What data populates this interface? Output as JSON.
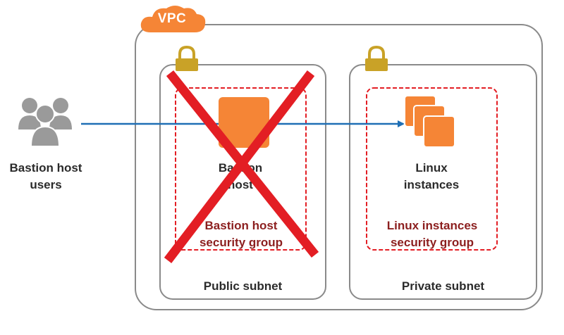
{
  "vpc": {
    "label": "VPC",
    "accent_color": "#F58536"
  },
  "users": {
    "label": "Bastion host\nusers",
    "icon": "users-group-icon"
  },
  "public_subnet": {
    "label": "Public subnet",
    "lock_icon": "lock-icon",
    "security_group": {
      "label": "Bastion host\nsecurity group"
    },
    "instance": {
      "label": "Bastion\nhost",
      "icon": "ec2-instance-icon"
    },
    "crossed_out": true,
    "cross_color": "#E31E24"
  },
  "private_subnet": {
    "label": "Private subnet",
    "lock_icon": "lock-icon",
    "security_group": {
      "label": "Linux instances\nsecurity group"
    },
    "instances": {
      "label": "Linux\ninstances",
      "icon": "ec2-instances-stack-icon"
    }
  },
  "connection_color": "#1F6FB5",
  "security_group_border_color": "#E31E24"
}
